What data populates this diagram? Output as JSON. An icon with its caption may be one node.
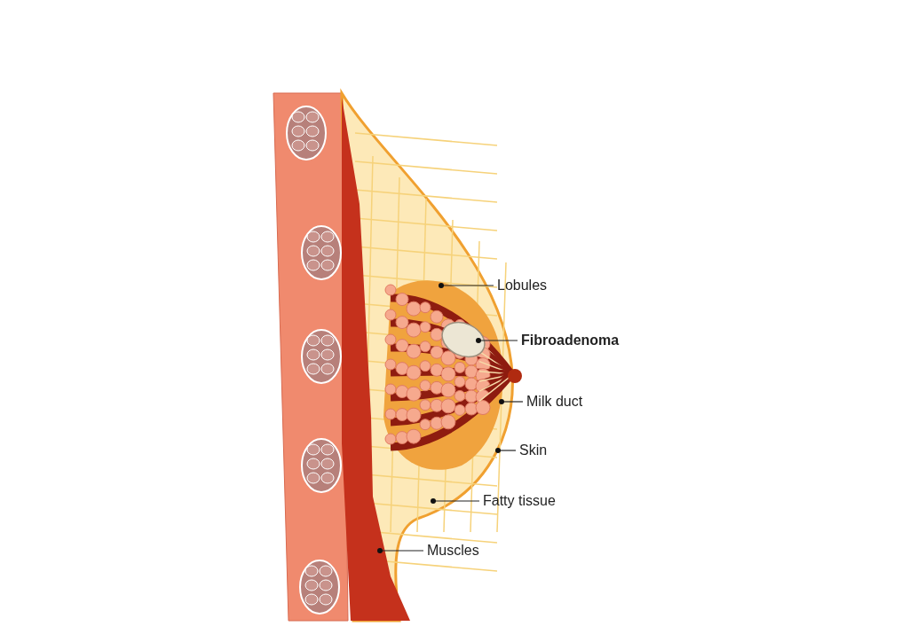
{
  "diagram": {
    "nodes": [
      {
        "text": [
          "Lobules"
        ]
      },
      {
        "text": [
          "Fibroadenoma"
        ]
      },
      {
        "text": [
          "Milk duct"
        ]
      },
      {
        "text": [
          "Skin"
        ]
      },
      {
        "text": [
          "Fatty tissue"
        ]
      },
      {
        "text": [
          "Muscles"
        ]
      }
    ],
    "edges": [
      {
        "from": 0,
        "to": null,
        "arrow": "other"
      },
      {
        "from": 1,
        "to": null,
        "arrow": "other"
      },
      {
        "from": 2,
        "to": null,
        "arrow": "other"
      },
      {
        "from": 3,
        "to": null,
        "arrow": "other"
      },
      {
        "from": 4,
        "to": null,
        "arrow": "other"
      },
      {
        "from": 5,
        "to": null,
        "arrow": "other"
      }
    ]
  }
}
